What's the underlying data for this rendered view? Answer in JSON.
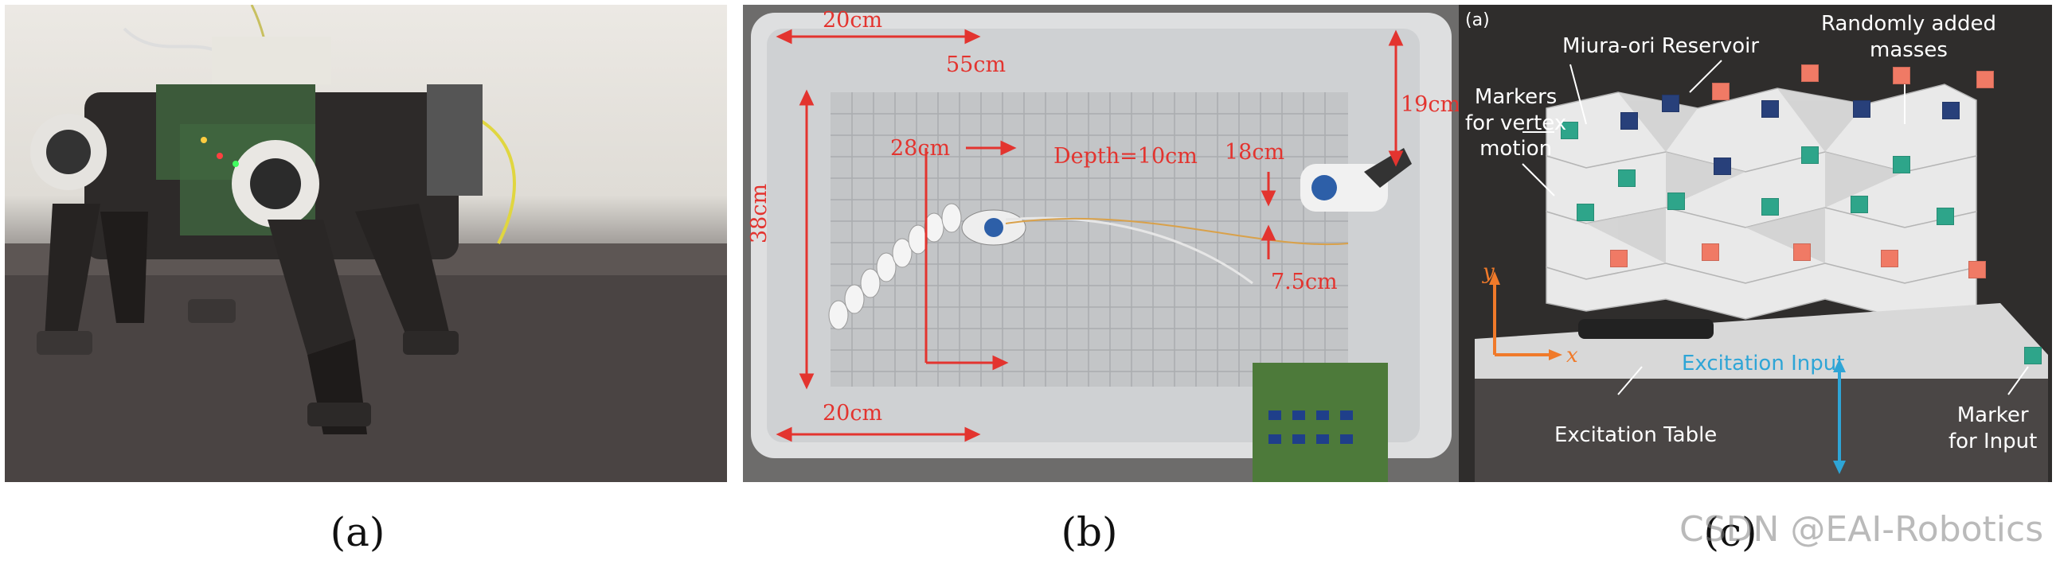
{
  "panels": {
    "a": {
      "caption": "(a)"
    },
    "b": {
      "caption": "(b)",
      "labels": {
        "top_width": "20cm",
        "overall_length": "55cm",
        "inner_length": "28cm",
        "depth": "Depth=10cm",
        "right_gap": "18cm",
        "right_height": "19cm",
        "left_height": "38cm",
        "offset": "7.5cm",
        "bottom_width": "20cm"
      }
    },
    "c": {
      "caption": "(c)",
      "tag": "(a)",
      "labels": {
        "reservoir": "Miura-ori Reservoir",
        "masses": "Randomly added\nmasses",
        "markers_vertex": "Markers\nfor vertex\nmotion",
        "excitation_input": "Excitation Input",
        "excitation_table": "Excitation Table",
        "marker_input": "Marker\nfor Input",
        "axis_y": "y",
        "axis_x": "x"
      }
    }
  },
  "watermark": "CSDN @EAI-Robotics",
  "colors": {
    "annotation_red": "#e3342f",
    "annotation_blue": "#2ea5d6",
    "marker_salmon": "#f07a65",
    "marker_navy": "#28407a",
    "marker_teal": "#2ea58a"
  }
}
